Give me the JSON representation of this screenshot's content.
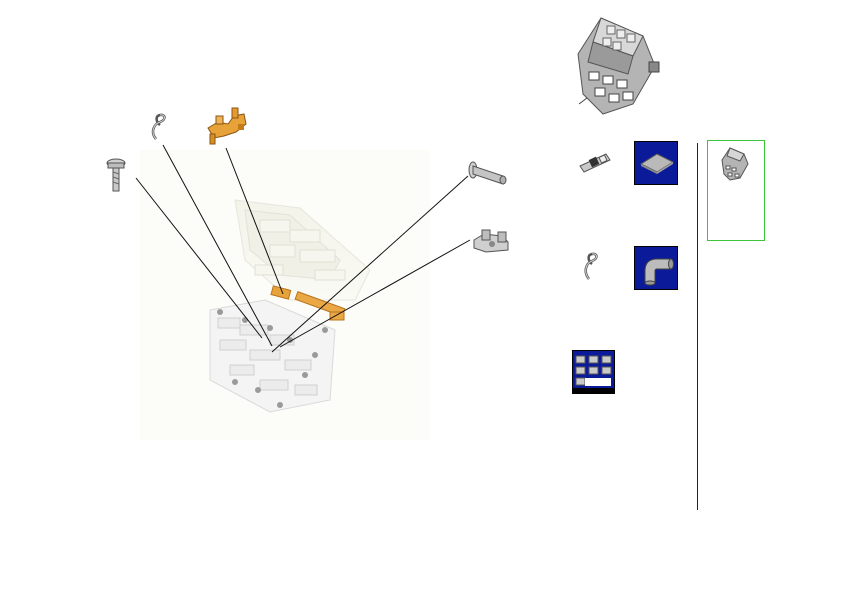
{
  "viewer": {
    "colors": {
      "background": "#ffffff",
      "part_highlight": "#e8a23a",
      "part_highlight_dark": "#b8741c",
      "metal": "#b9b9b9",
      "thumb_bg": "#0b1a99",
      "selection_frame": "#3cc43c",
      "leader": "#111111",
      "separator": "#222222"
    },
    "callouts": [
      {
        "name": "screw-icon"
      },
      {
        "name": "wire-clip-icon"
      },
      {
        "name": "bracket-part-icon"
      },
      {
        "name": "pin-icon"
      },
      {
        "name": "clip-part-icon"
      }
    ],
    "toolbar": {
      "items": [
        {
          "name": "cable-tie-part-button",
          "icon": "cable-tie-icon"
        },
        {
          "name": "plate-thumbnail-button",
          "icon": "plate-icon"
        },
        {
          "name": "clip-part-button",
          "icon": "wire-clip-icon"
        },
        {
          "name": "elbow-thumbnail-button",
          "icon": "elbow-pipe-icon"
        },
        {
          "name": "grid-view-button",
          "icon": "grid-icon"
        }
      ]
    },
    "selected_view": {
      "name": "assembly-preview-frame",
      "icon": "assembly-icon"
    }
  }
}
